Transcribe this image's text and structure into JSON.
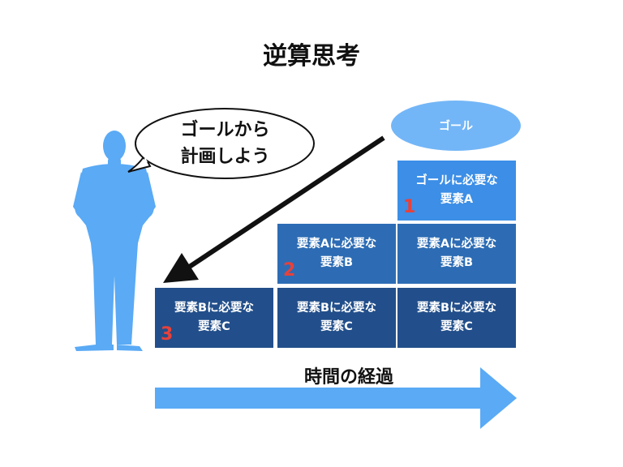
{
  "title": "逆算思考",
  "speech_bubble": {
    "line1": "ゴールから",
    "line2": "計画しよう"
  },
  "goal": "ゴール",
  "timeline_label": "時間の経過",
  "colors": {
    "accent_light": "#5aaaf5",
    "top_block": "#3c8ee6",
    "mid_block": "#2d6cb4",
    "bottom_block": "#224f8b",
    "number_red": "#e8413a"
  },
  "blocks": {
    "top": {
      "line1": "ゴールに必要な",
      "line2": "要素A",
      "number": "1"
    },
    "middle": {
      "line1": "要素Aに必要な",
      "line2": "要素B",
      "number": "2"
    },
    "bottom": {
      "line1": "要素Bに必要な",
      "line2": "要素C",
      "number": "3"
    }
  }
}
